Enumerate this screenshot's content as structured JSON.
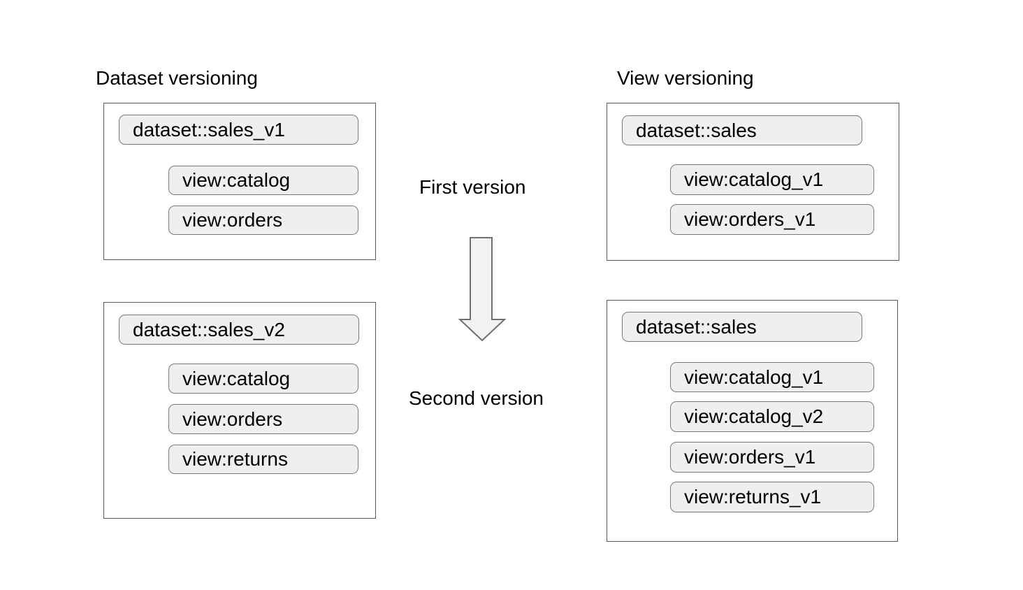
{
  "diagram": {
    "left_heading": "Dataset versioning",
    "right_heading": "View versioning",
    "middle": {
      "first_label": "First version",
      "second_label": "Second version"
    },
    "boxes": [
      {
        "id": "dataset-versioning-first",
        "dataset": "dataset::sales_v1",
        "views": [
          "view:catalog",
          "view:orders"
        ]
      },
      {
        "id": "view-versioning-first",
        "dataset": "dataset::sales",
        "views": [
          "view:catalog_v1",
          "view:orders_v1"
        ]
      },
      {
        "id": "dataset-versioning-second",
        "dataset": "dataset::sales_v2",
        "views": [
          "view:catalog",
          "view:orders",
          "view:returns"
        ]
      },
      {
        "id": "view-versioning-second",
        "dataset": "dataset::sales",
        "views": [
          "view:catalog_v1",
          "view:catalog_v2",
          "view:orders_v1",
          "view:returns_v1"
        ]
      }
    ],
    "colors": {
      "background": "#ffffff",
      "box_border": "#595959",
      "pill_fill": "#efefef",
      "pill_border": "#7a7a7a",
      "text": "#000000",
      "arrow_fill": "#f2f2f2",
      "arrow_border": "#707070"
    }
  }
}
